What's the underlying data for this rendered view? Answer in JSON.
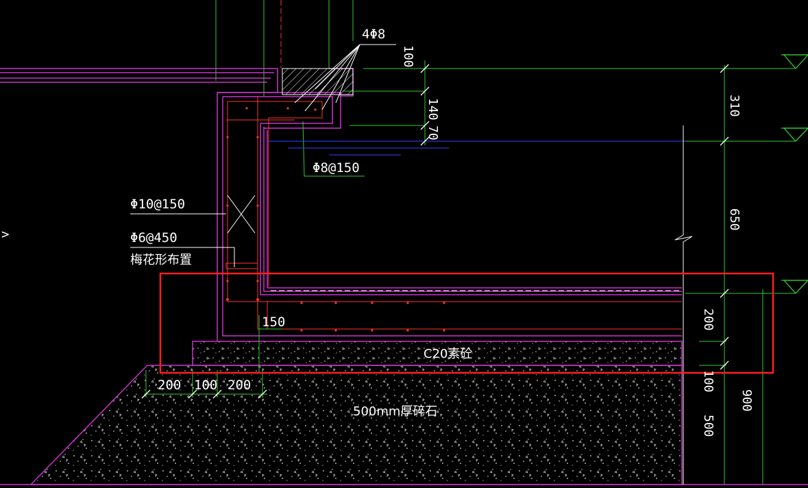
{
  "labels": {
    "rebar_top": "4Φ8",
    "rebar_horizontal": "Φ8@150",
    "rebar_wall": "Φ10@150",
    "rebar_tie": "Φ6@450",
    "tie_note": "梅花形布置",
    "dim_150": "150",
    "concrete_layer": "C20素砼",
    "gravel_layer": "500mm厚碎石"
  },
  "dims_right": {
    "d310": "310",
    "d650": "650",
    "d200": "200",
    "d100": "100",
    "d500": "500",
    "d900": "900"
  },
  "dims_top": {
    "d100": "100",
    "d140": "140",
    "d70": "70"
  },
  "dims_bottom": {
    "d200a": "200",
    "d100": "100",
    "d200b": "200"
  },
  "colors": {
    "background": "#000000",
    "outline": "#cc33cc",
    "rebar": "#ff3333",
    "dimension": "#33cc33",
    "waterline": "#3344ff",
    "text": "#ffffff",
    "highlight": "#ff2020"
  }
}
